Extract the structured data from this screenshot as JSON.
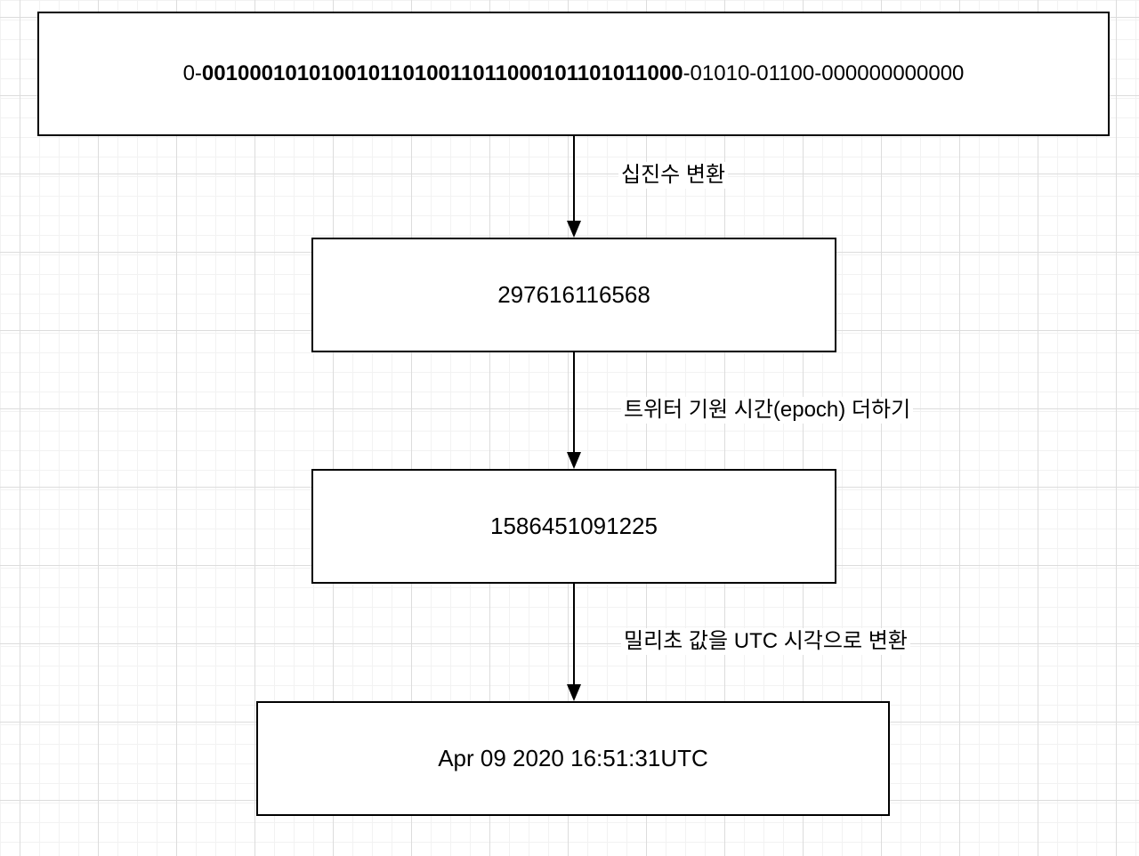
{
  "diagram": {
    "nodes": {
      "binary": {
        "sign_prefix": "0-",
        "timestamp_bits_bold": "00100010101001011010011011000101101011000",
        "suffix_bits": "-01010-01100-000000000000"
      },
      "decimal": {
        "value": "297616116568"
      },
      "epoch_sum": {
        "value": "1586451091225"
      },
      "utc_time": {
        "value": "Apr 09 2020 16:51:31UTC"
      }
    },
    "edges": {
      "to_decimal": {
        "label": "십진수 변환"
      },
      "add_epoch": {
        "label": "트위터 기원 시간(epoch) 더하기"
      },
      "to_utc": {
        "label": "밀리초 값을 UTC 시각으로 변환"
      }
    },
    "colors": {
      "shape_border": "#000000",
      "shape_fill": "#ffffff",
      "text": "#000000",
      "grid_minor": "#f2f2f2",
      "grid_major": "#dcdcdc",
      "canvas_bg": "#ffffff"
    }
  }
}
